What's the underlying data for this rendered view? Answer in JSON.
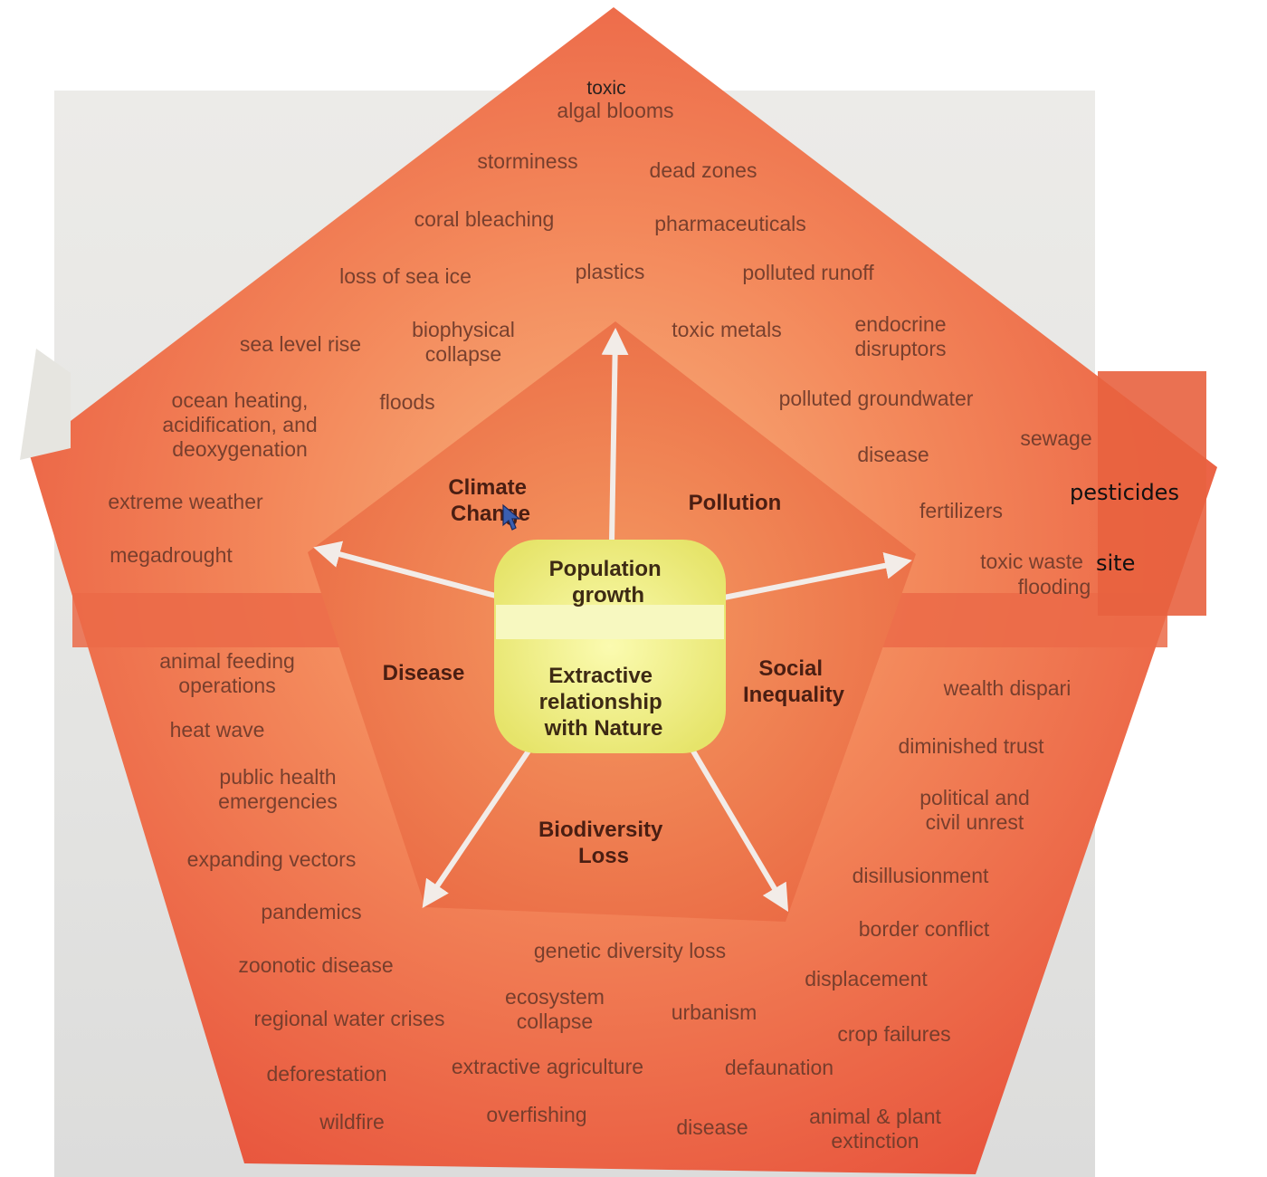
{
  "core": {
    "top": [
      "Population",
      "growth"
    ],
    "bottom": [
      "Extractive",
      "relationship",
      "with Nature"
    ]
  },
  "categories": {
    "climate_change": [
      "Climate",
      "Change"
    ],
    "pollution": [
      "Pollution"
    ],
    "disease": [
      "Disease"
    ],
    "social_inequality": [
      "Social",
      "Inequality"
    ],
    "biodiversity_loss": [
      "Biodiversity",
      "Loss"
    ]
  },
  "terms": {
    "toxic": [
      "toxic"
    ],
    "algal_blooms": [
      "algal blooms"
    ],
    "storminess": [
      "storminess"
    ],
    "dead_zones": [
      "dead zones"
    ],
    "coral_bleaching": [
      "coral bleaching"
    ],
    "pharmaceuticals": [
      "pharmaceuticals"
    ],
    "loss_of_sea_ice": [
      "loss of sea ice"
    ],
    "plastics": [
      "plastics"
    ],
    "polluted_runoff": [
      "polluted runoff"
    ],
    "sea_level_rise": [
      "sea level rise"
    ],
    "biophysical_collapse": [
      "biophysical",
      "collapse"
    ],
    "toxic_metals": [
      "toxic metals"
    ],
    "endocrine_disruptors": [
      "endocrine",
      "disruptors"
    ],
    "ocean_heating": [
      "ocean heating,",
      "acidification, and",
      "deoxygenation"
    ],
    "floods": [
      "floods"
    ],
    "polluted_groundwater": [
      "polluted groundwater"
    ],
    "sewage": [
      "sewage"
    ],
    "disease_pollution": [
      "disease"
    ],
    "extreme_weather": [
      "extreme weather"
    ],
    "fertilizers": [
      "fertilizers"
    ],
    "megadrought": [
      "megadrought"
    ],
    "toxic_waste": [
      "toxic waste"
    ],
    "flooding": [
      "flooding"
    ],
    "animal_feeding": [
      "animal feeding",
      "operations"
    ],
    "heat_wave": [
      "heat wave"
    ],
    "public_health": [
      "public health",
      "emergencies"
    ],
    "expanding_vectors": [
      "expanding vectors"
    ],
    "pandemics": [
      "pandemics"
    ],
    "zoonotic_disease": [
      "zoonotic disease"
    ],
    "regional_water": [
      "regional water crises"
    ],
    "deforestation": [
      "deforestation"
    ],
    "wildfire": [
      "wildfire"
    ],
    "wealth_disparity": [
      "wealth dispari"
    ],
    "diminished_trust": [
      "diminished trust"
    ],
    "political_unrest": [
      "political and",
      "civil unrest"
    ],
    "disillusionment": [
      "disillusionment"
    ],
    "border_conflict": [
      "border conflict"
    ],
    "displacement": [
      "displacement"
    ],
    "crop_failures": [
      "crop failures"
    ],
    "genetic_diversity": [
      "genetic diversity loss"
    ],
    "ecosystem_collapse": [
      "ecosystem",
      "collapse"
    ],
    "urbanism": [
      "urbanism"
    ],
    "extractive_agriculture": [
      "extractive agriculture"
    ],
    "defaunation": [
      "defaunation"
    ],
    "overfishing": [
      "overfishing"
    ],
    "disease_bottom": [
      "disease"
    ],
    "extinction": [
      "animal & plant",
      "extinction"
    ]
  },
  "overlay_labels": {
    "pesticides": "pesticides",
    "site": "site"
  },
  "colors": {
    "outer_edge": "#e9543c",
    "outer_center": "#f7a06c",
    "inner": "#ee7a4c",
    "core_fill": "#ecec74",
    "core_glow": "#ffffd8",
    "arrow": "#f2ece8"
  }
}
